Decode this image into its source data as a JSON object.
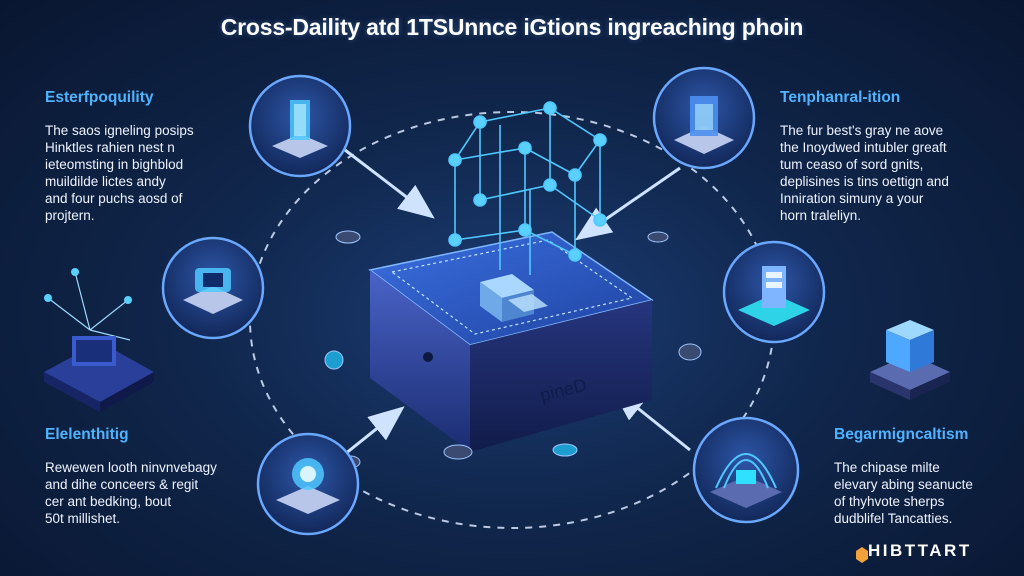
{
  "title": "Cross-Daility atd 1TSUnnce iGtions ingreaching phoin",
  "sections": {
    "top_left": {
      "heading": "Esterfpoquility",
      "body": "The saos igneling posips\nHinktles rahien nest n\nieteomsting in bighblod\nmuildilde lictes andy\nand four puchs aosd of\nprojtern."
    },
    "top_right": {
      "heading": "Tenphanral-ition",
      "body": "The fur best's gray ne aove\nthe Inoydwed intubler greaft\ntum ceaso of sord gnits,\ndeplisines is tins oettign and\nInniration simuny a your\nhorn traleliyn."
    },
    "bottom_left": {
      "heading": "Elelenthitig",
      "body": "Rewewen looth ninvnvebagy\nand dihe conceers & regit\ncer ant bedking, bout\n50t millishet."
    },
    "bottom_right": {
      "heading": "Begarmigncaltism",
      "body": "The chipase milte\nelevary abing seanucte\nof thyhvote sherps\ndudblifel Tancatties."
    }
  },
  "center_label": "pineD",
  "logo": {
    "text": "HIBTTART",
    "icon": "hexagon-logo-icon"
  },
  "colors": {
    "background": "#0b1a33",
    "heading": "#4fb3ff",
    "accent": "#4fc8ff",
    "platform": "#2d56b8",
    "logo_icon": "#f3a13b"
  }
}
